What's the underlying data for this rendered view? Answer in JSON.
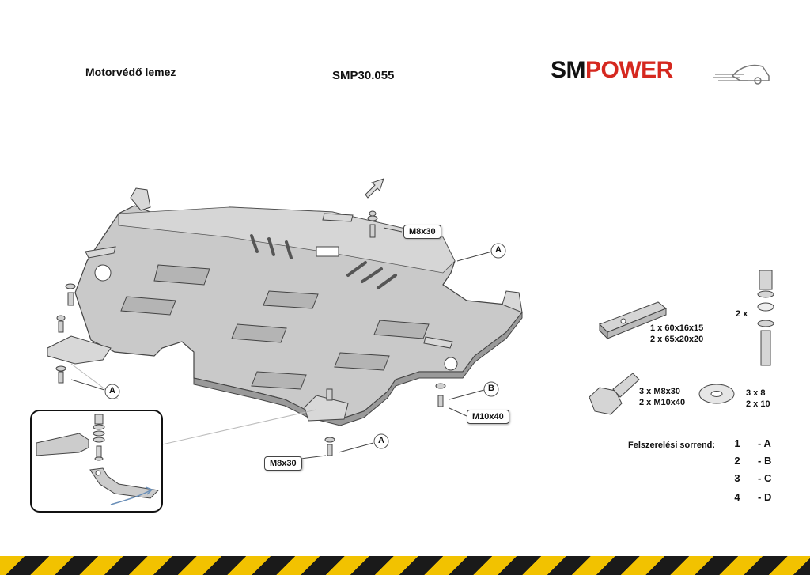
{
  "header": {
    "title": "Motorvédő lemez",
    "code": "SMP30.055",
    "brand_sm": "SM",
    "brand_power": "POWER"
  },
  "callouts": {
    "a_label": "A",
    "b_label": "B",
    "bolt_m8x30": "M8x30",
    "bolt_m10x40": "M10x40"
  },
  "parts": {
    "nut_qty": "2 x",
    "plate_line1": "1 x  60x16x15",
    "plate_line2": "2 x  65x20x20",
    "bolt_line1": "3 x  M8x30",
    "bolt_line2": "2 x M10x40",
    "washer_line1": "3 x    8",
    "washer_line2": "2 x   10"
  },
  "sequence": {
    "label": "Felszerelési sorrend:",
    "steps": [
      {
        "n": "1",
        "letter": "- A"
      },
      {
        "n": "2",
        "letter": "- B"
      },
      {
        "n": "3",
        "letter": "- C"
      },
      {
        "n": "4",
        "letter": "- D"
      }
    ]
  },
  "colors": {
    "brand_red": "#d5281f",
    "plate_fill": "#c9c9c9",
    "plate_shadow": "#9a9a9a",
    "stripe_yellow": "#f2c200",
    "stripe_black": "#1a1a1a"
  }
}
